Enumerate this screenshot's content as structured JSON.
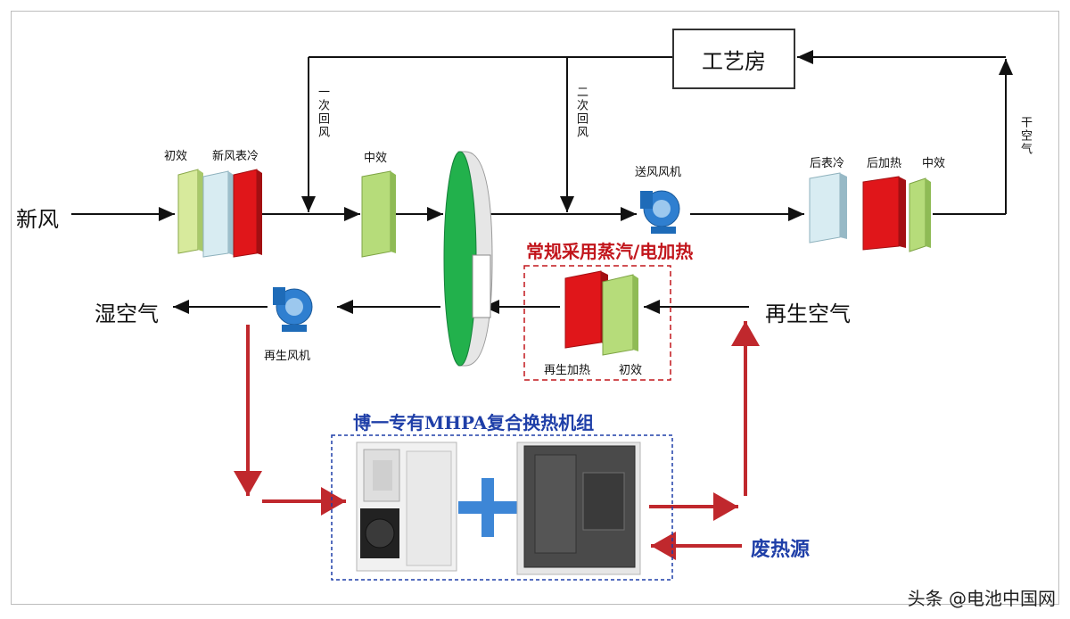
{
  "labels": {
    "fresh_air": "新风",
    "pre_filter": "初效",
    "fresh_coil": "新风表冷",
    "secondary_return": "一次回风",
    "mid_filter_1": "中效",
    "second_return": "二次回风",
    "supply_fan": "送风风机",
    "post_cool": "后表冷",
    "post_heat": "后加热",
    "mid_filter_2": "中效",
    "dry_air": "干空气",
    "process_room": "工艺房",
    "wet_air": "湿空气",
    "regen_fan": "再生风机",
    "regen_air": "再生空气",
    "regen_heat": "再生加热",
    "regen_pre_filter": "初效",
    "steam_note": "常规采用蒸汽/电加热",
    "mhpa_title": "博一专有MHPA复合换热机组",
    "waste_heat": "废热源",
    "watermark": "头条 @电池中国网"
  },
  "colors": {
    "red_coil": "#e0161a",
    "green_filter": "#b6dc7a",
    "blue_coil": "#cfe3ee",
    "wheel_green": "#22b14c",
    "fan_blue": "#2f7fd0",
    "arrow_red": "#c0282d",
    "plus_blue": "#3d86d6"
  }
}
